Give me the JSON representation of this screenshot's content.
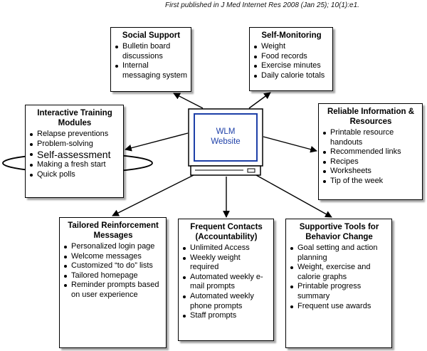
{
  "citation": "First published in J Med Internet Res 2008 (Jan 25); 10(1):e1.",
  "center": {
    "line1": "WLM",
    "line2": "Website"
  },
  "boxes": {
    "social": {
      "title": "Social Support",
      "items": [
        "Bulletin board discussions",
        "Internal messaging system"
      ]
    },
    "selfmon": {
      "title": "Self-Monitoring",
      "items": [
        "Weight",
        "Food records",
        "Exercise minutes",
        "Daily calorie totals"
      ]
    },
    "training": {
      "title_line1": "Interactive Training",
      "title_line2": "Modules",
      "items": [
        "Relapse preventions",
        "Problem-solving",
        "Self-assessment",
        "Making a fresh start",
        "Quick polls"
      ]
    },
    "reliable": {
      "title_line1": "Reliable Information &",
      "title_line2": "Resources",
      "items": [
        "Printable resource handouts",
        "Recommended links",
        "Recipes",
        "Worksheets",
        "Tip of the week"
      ]
    },
    "tailored": {
      "title_line1": "Tailored Reinforcement",
      "title_line2": "Messages",
      "items": [
        "Personalized login page",
        "Welcome messages",
        "Customized “to do” lists",
        "Tailored homepage",
        "Reminder prompts based on user experience"
      ]
    },
    "frequent": {
      "title_line1": "Frequent Contacts",
      "title_line2": "(Accountability)",
      "items": [
        "Unlimited Access",
        "Weekly weight required",
        "Automated weekly e-mail prompts",
        "Automated weekly phone prompts",
        "Staff prompts"
      ]
    },
    "supportive": {
      "title_line1": "Supportive Tools for",
      "title_line2": "Behavior Change",
      "items": [
        "Goal setting and action planning",
        "Weight, exercise and calorie graphs",
        "Printable progress summary",
        "Frequent use awards"
      ]
    }
  },
  "colors": {
    "monitor_outline": "#000000",
    "monitor_text": "#1d3fa8",
    "highlight_ellipse": "#000000"
  }
}
